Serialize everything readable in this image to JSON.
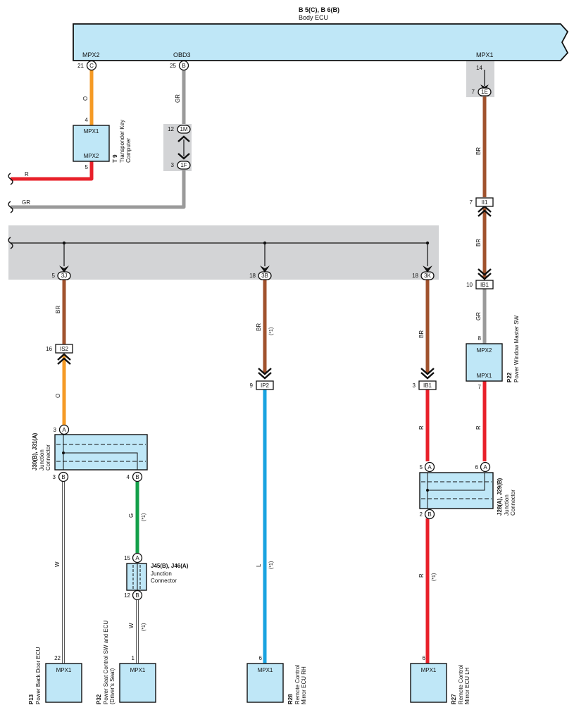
{
  "ecu": {
    "code": "B 5(C), B 6(B)",
    "name": "Body ECU"
  },
  "ecu_pins": {
    "mpx2": {
      "label": "MPX2",
      "num": "21",
      "conn": "C"
    },
    "obd3": {
      "label": "OBD3",
      "num": "25",
      "conn": "B"
    },
    "mpx1": {
      "label": "MPX1",
      "num": "14"
    }
  },
  "wire_colors": {
    "O": "#f59a24",
    "R": "#e8202a",
    "GR": "#9a9a9a",
    "BR": "#a0522d",
    "G": "#14a04a",
    "L": "#19a3e0",
    "W": "#ffffff"
  },
  "wire_codes": {
    "o": "O",
    "r": "R",
    "gr": "GR",
    "br": "BR",
    "g": "G",
    "l": "L",
    "w": "W"
  },
  "note": "(*1)",
  "transponder": {
    "code": "T 9",
    "name_l1": "Transponder Key",
    "name_l2": "Computer",
    "pin_in": "4",
    "pin_out": "5",
    "top": "MPX1",
    "bottom": "MPX2"
  },
  "splice_1m": {
    "num": "12",
    "id": "1M"
  },
  "splice_1f": {
    "num": "3",
    "id": "1F"
  },
  "conn_1e": {
    "num": "7",
    "id": "1E"
  },
  "conn_ii1": {
    "num": "7",
    "id": "II1"
  },
  "conn_ib1_top": {
    "num": "10",
    "id": "IB1"
  },
  "pw_master": {
    "code": "P22",
    "name": "Power Window Master SW",
    "pin_in": "8",
    "pin_out": "7",
    "top": "MPX2",
    "bottom": "MPX1"
  },
  "j_3j": {
    "num": "5",
    "id": "3J"
  },
  "j_3b": {
    "num": "18",
    "id": "3B"
  },
  "j_3k": {
    "num": "18",
    "id": "3K"
  },
  "conn_is2": {
    "num": "16",
    "id": "IS2"
  },
  "conn_ip2": {
    "num": "9",
    "id": "IP2"
  },
  "conn_ib1_bot": {
    "num": "3",
    "id": "IB1"
  },
  "j30": {
    "code": "J30(B), J31(A)",
    "name_l1": "Junction",
    "name_l2": "Connector",
    "pin_a": "3",
    "pin_b1": "3",
    "pin_b2": "4"
  },
  "j45": {
    "code": "J45(B), J46(A)",
    "name_l1": "Junction",
    "name_l2": "Connector",
    "pin_a": "15",
    "pin_b": "12"
  },
  "j28": {
    "code": "J28(A), J29(B)",
    "name_l1": "Junction",
    "name_l2": "Connector",
    "pin_a1": "5",
    "pin_a2": "6",
    "pin_b": "2"
  },
  "conn_letters": {
    "a": "A",
    "b": "B"
  },
  "ecus": [
    {
      "code": "P13",
      "name_l1": "Power Back Door ECU",
      "name_l2": "",
      "pin": "22",
      "label": "MPX1"
    },
    {
      "code": "P32",
      "name_l1": "Power Seat Control SW and ECU",
      "name_l2": "(Driver’s Seat)",
      "pin": "1",
      "label": "MPX1"
    },
    {
      "code": "R28",
      "name_l1": "Remote Control",
      "name_l2": "Mirror ECU RH",
      "pin": "6",
      "label": "MPX1"
    },
    {
      "code": "R27",
      "name_l1": "Remote Control",
      "name_l2": "Mirror ECU LH",
      "pin": "6",
      "label": "MPX1"
    }
  ]
}
